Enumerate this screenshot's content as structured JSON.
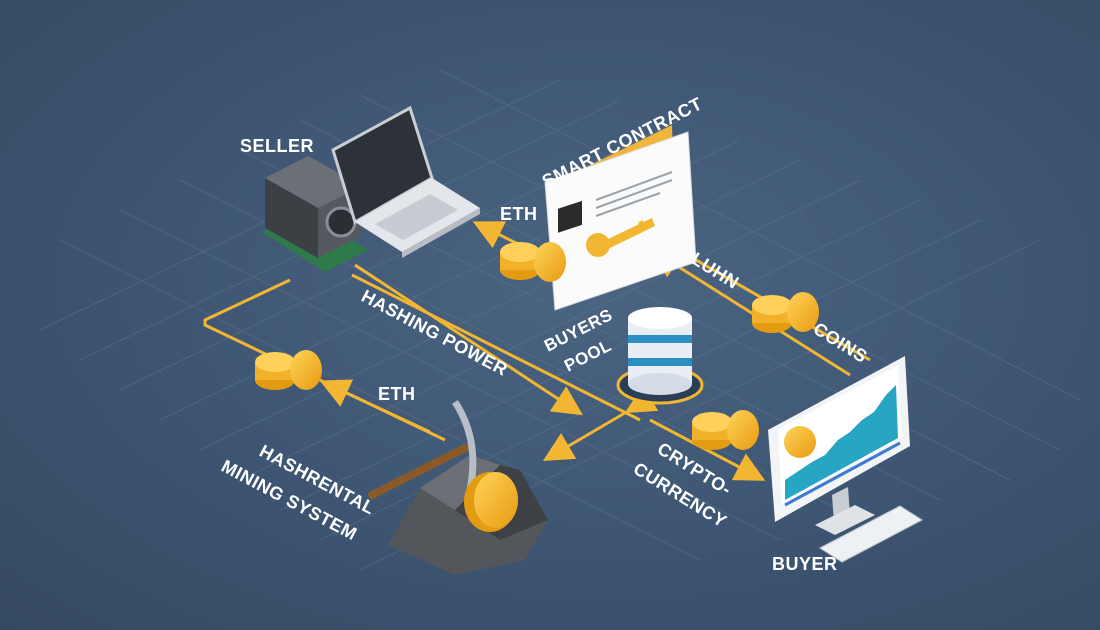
{
  "diagram": {
    "nodes": {
      "seller": "SELLER",
      "smart_contract": "SMART CONTRACT",
      "buyers_pool_line1": "BUYERS",
      "buyers_pool_line2": "POOL",
      "hashrental_line1": "HASHRENTAL",
      "hashrental_line2": "MINING SYSTEM",
      "buyer": "BUYER"
    },
    "edges": {
      "eth_top": "ETH",
      "eth_left": "ETH",
      "hashing_power": "HASHING POWER",
      "luhn": "LUHN",
      "coins": "COINS",
      "crypto_line1": "CRYPTO-",
      "crypto_line2": "CURRENCY"
    },
    "colors": {
      "background": "#3f5874",
      "flow": "#f2b632",
      "coin": "#f5b21f",
      "label": "#ffffff"
    }
  }
}
